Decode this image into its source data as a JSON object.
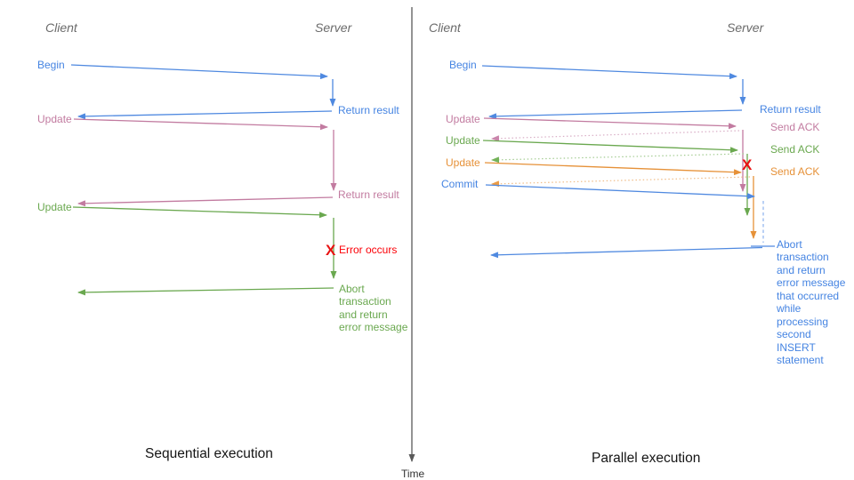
{
  "divider": {
    "time_label": "Time"
  },
  "left": {
    "title": "Sequential execution",
    "client": "Client",
    "server": "Server",
    "begin": "Begin",
    "return_result_1": "Return result",
    "update_1": "Update",
    "return_result_2": "Return result",
    "update_2": "Update",
    "error_mark": "X",
    "error_label": "Error occurs",
    "abort_lines": [
      "Abort",
      "transaction",
      "and return",
      "error message"
    ]
  },
  "right": {
    "title": "Parallel execution",
    "client": "Client",
    "server": "Server",
    "begin": "Begin",
    "return_result": "Return result",
    "update_1": "Update",
    "send_ack_1": "Send ACK",
    "update_2": "Update",
    "send_ack_2": "Send ACK",
    "update_3": "Update",
    "send_ack_3": "Send ACK",
    "commit": "Commit",
    "error_mark": "X",
    "abort_lines": [
      "Abort",
      "transaction",
      "and return",
      "error message",
      "that occurred",
      "while",
      "processing",
      "second",
      "INSERT",
      "statement"
    ]
  },
  "colors": {
    "blue": "#4584e2",
    "blue_light": "#8db2ee",
    "pink": "#c27ba0",
    "pink_light": "#d9aec6",
    "green": "#6aa84f",
    "green_light": "#a4cc92",
    "orange": "#e69138",
    "orange_light": "#f0bd88",
    "red": "#e81212",
    "header_gray": "#6b6b6b",
    "axis_gray": "#595959",
    "title_black": "#151515"
  }
}
